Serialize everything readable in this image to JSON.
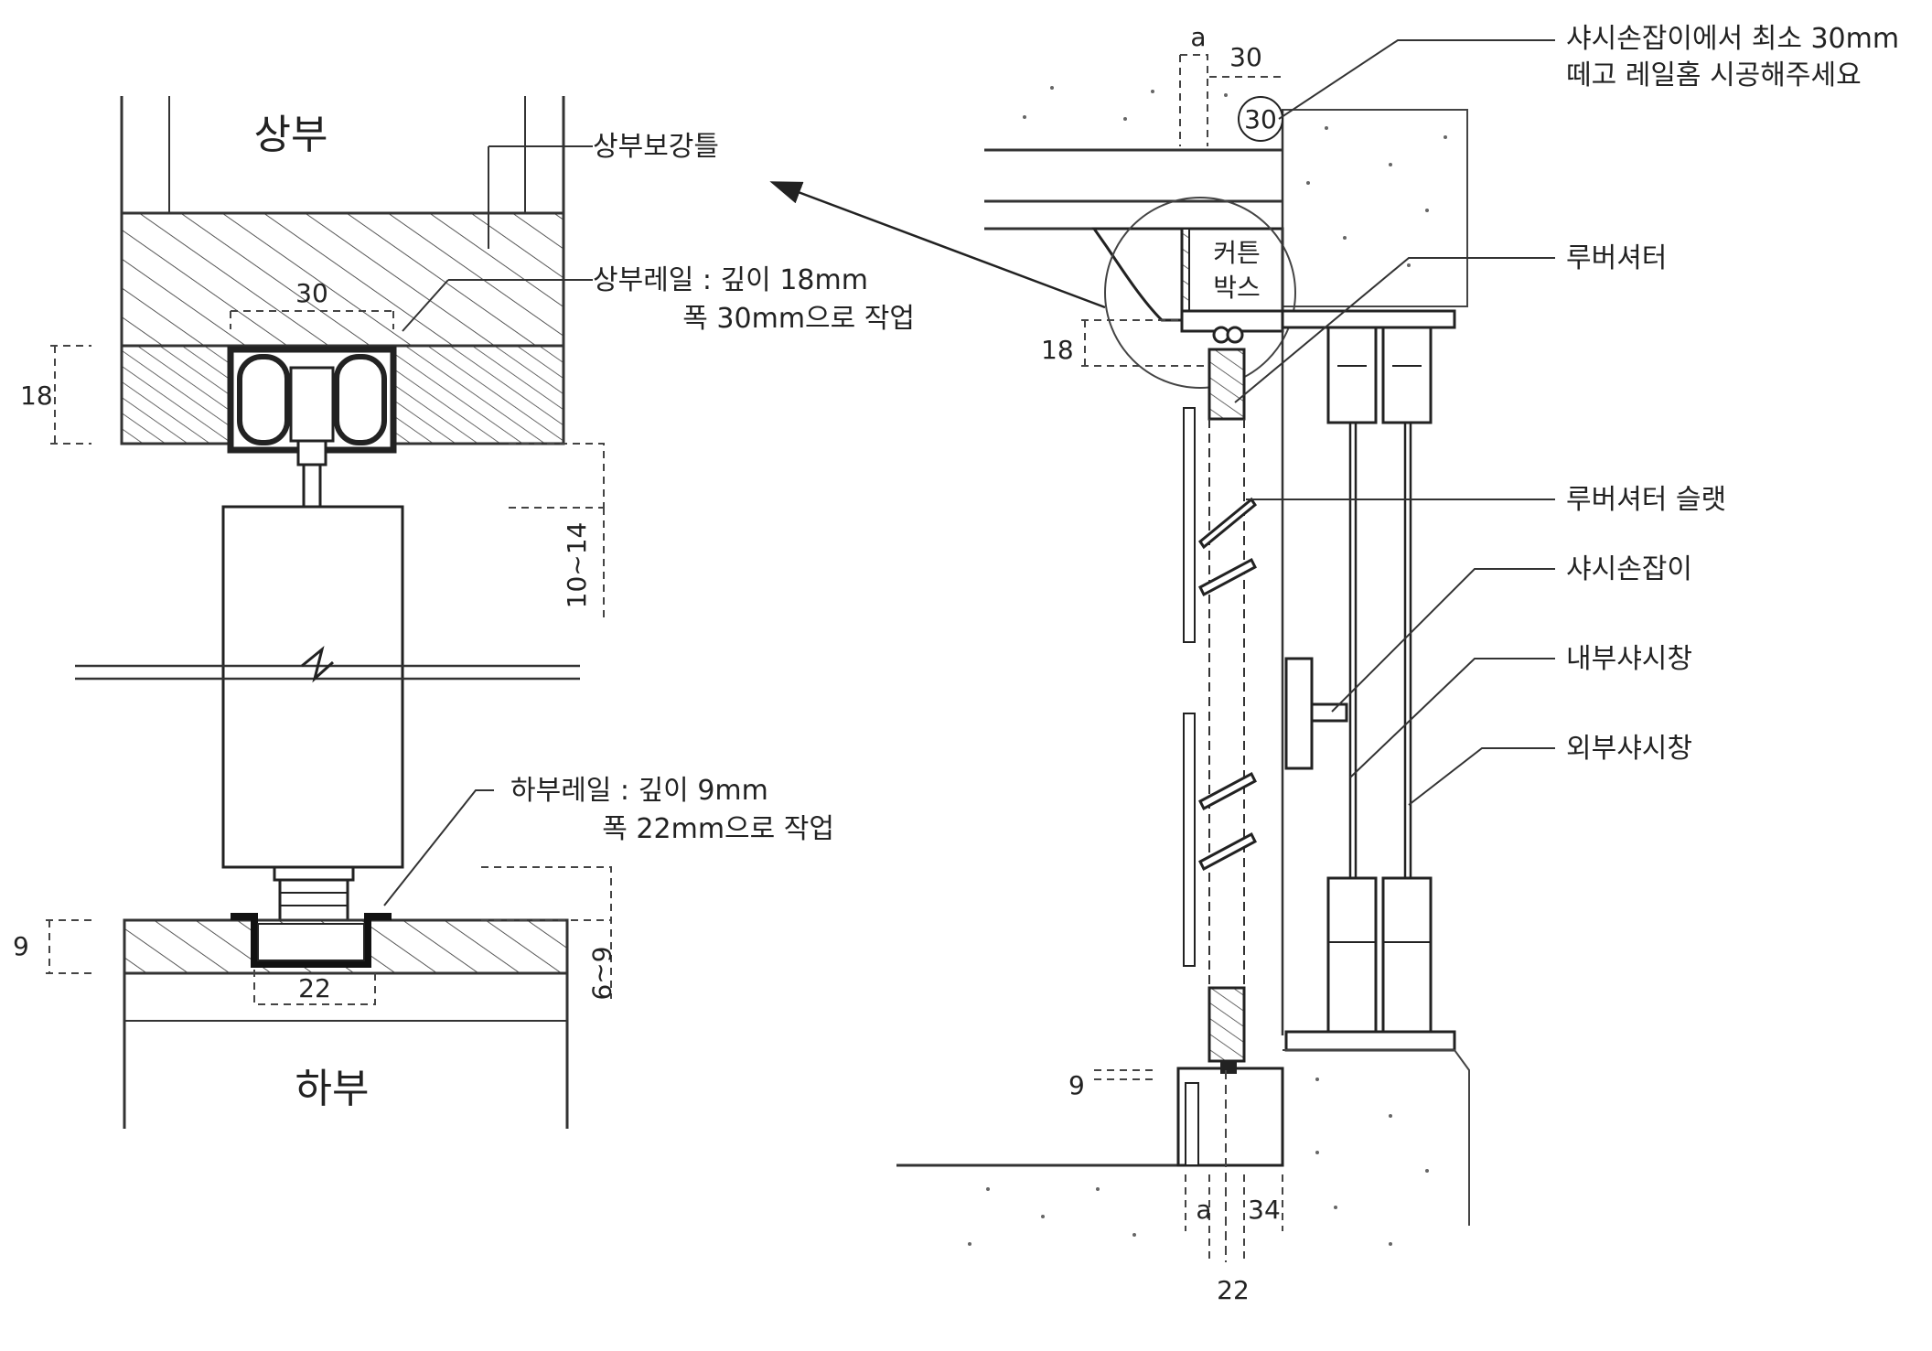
{
  "left": {
    "upper": "상부",
    "lower": "하부",
    "upper_frame": "상부보강틀",
    "upper_rail_line1": "상부레일 : 깊이 18mm",
    "upper_rail_line2": "폭 30mm으로 작업",
    "lower_rail_line1": "하부레일 : 깊이 9mm",
    "lower_rail_line2": "폭 22mm으로 작업",
    "dim_upper_width": "30",
    "dim_upper_depth": "18",
    "dim_gap_top": "10~14",
    "dim_lower_depth": "9",
    "dim_lower_width": "22",
    "dim_gap_bottom": "6~9"
  },
  "right": {
    "note_line1": "샤시손잡이에서 최소 30mm",
    "note_line2": "떼고 레일홈 시공해주세요",
    "louver_shutter": "루버셔터",
    "louver_slat": "루버셔터 슬랫",
    "sash_handle": "샤시손잡이",
    "inner_sash": "내부샤시창",
    "outer_sash": "외부샤시창",
    "curtain_box_1": "커튼",
    "curtain_box_2": "박스",
    "dim_a_top": "a",
    "dim_30_top": "30",
    "dim_30_circle": "30",
    "dim_18": "18",
    "dim_9": "9",
    "dim_a_bottom": "a",
    "dim_34": "34",
    "dim_22": "22"
  }
}
